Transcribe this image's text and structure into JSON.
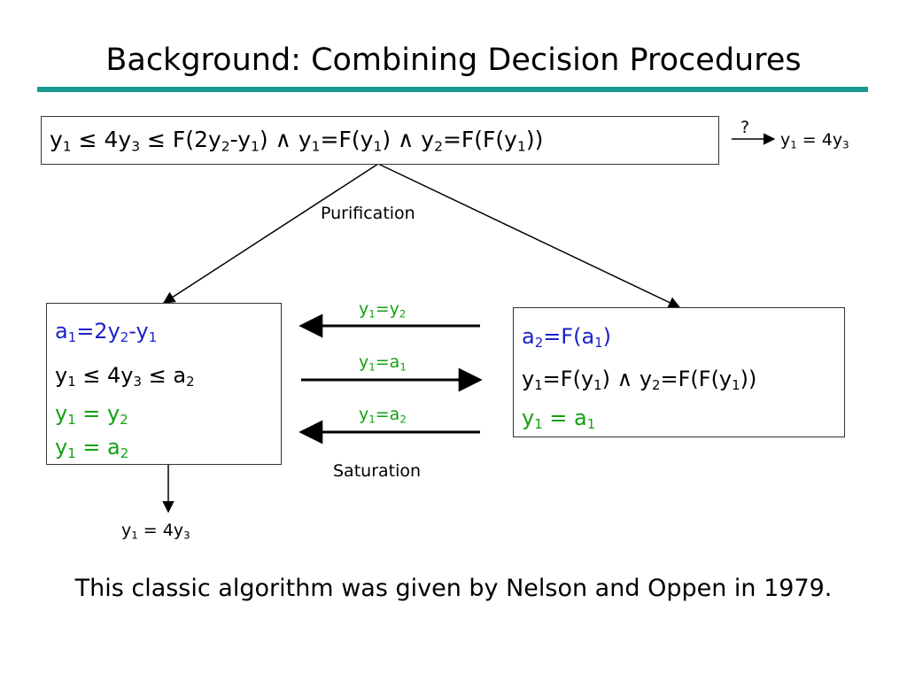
{
  "title": "Background: Combining Decision Procedures",
  "formula": {
    "y1": "y",
    "s1": "1",
    "le1": " ≤ 4y",
    "s3": "3",
    "le2": " ≤ F(2y",
    "s2": "2",
    "minus": "-y",
    "s4": "1",
    "p1": ")  ∧  y",
    "s5": "1",
    "eq1": "=F(y",
    "s6": "1",
    "p2": ")  ∧  y",
    "s7": "2",
    "eq2": "=F(F(y",
    "s8": "1",
    "p3": "))"
  },
  "query": {
    "mark": "?",
    "lhs": "y",
    "s1": "1",
    "rhs": " = 4y",
    "s3": "3"
  },
  "purification_label": "Purification",
  "saturation_label": "Saturation",
  "left_box": {
    "l1": {
      "a": "a",
      "s1": "1",
      "b": "=2y",
      "s2": "2",
      "c": "-y",
      "s3": "1"
    },
    "l2": {
      "a": "y",
      "s1": "1",
      "b": " ≤ 4y",
      "s2": "3",
      "c": " ≤ a",
      "s3": "2"
    },
    "l3": {
      "a": "y",
      "s1": "1",
      "b": " = y",
      "s2": "2"
    },
    "l4": {
      "a": "y",
      "s1": "1",
      "b": " = a",
      "s2": "2"
    }
  },
  "right_box": {
    "l1": {
      "a": "a",
      "s1": "2",
      "b": "=F(a",
      "s2": "1",
      "c": ")"
    },
    "l2": {
      "a": "y",
      "s1": "1",
      "b": "=F(y",
      "s2": "1",
      "c": ") ∧ y",
      "s3": "2",
      "d": "=F(F(y",
      "s4": "1",
      "e": "))"
    },
    "l3": {
      "a": "y",
      "s1": "1",
      "b": " = a",
      "s2": "1"
    }
  },
  "exchange": [
    {
      "a": "y",
      "s1": "1",
      "b": "=y",
      "s2": "2"
    },
    {
      "a": "y",
      "s1": "1",
      "b": "=a",
      "s2": "1"
    },
    {
      "a": "y",
      "s1": "1",
      "b": "=a",
      "s2": "2"
    }
  ],
  "result": {
    "a": "y",
    "s1": "1",
    "b": " = 4y",
    "s2": "3"
  },
  "caption": "This classic algorithm was given by Nelson and Oppen in 1979.",
  "colors": {
    "rule": "#1a9a93",
    "blue": "#1c22c9",
    "green": "#12a012"
  }
}
